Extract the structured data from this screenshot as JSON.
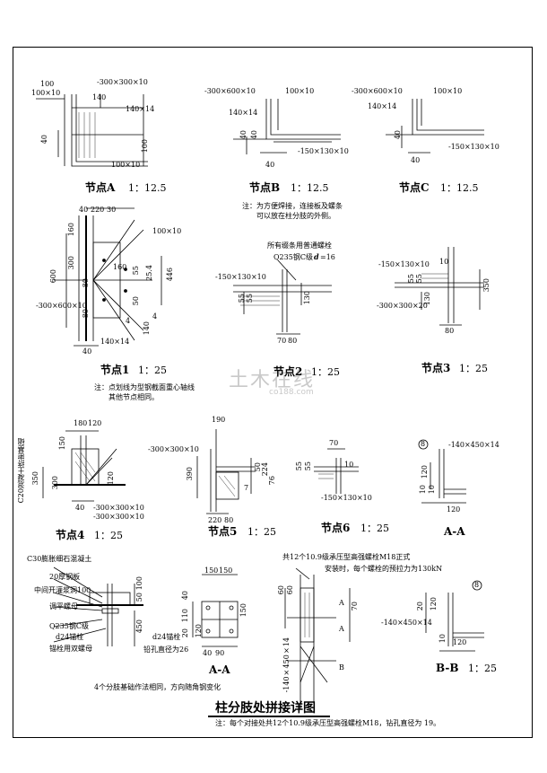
{
  "sheet": {
    "main_title": "柱分肢处拼接详图",
    "watermark_cn": "土木在线",
    "watermark_en": "co188.com",
    "bottom_note": "注：每个对接处共12个10.9级承压型高强螺栓M18，钻孔直径为 19。"
  },
  "node_a": {
    "title": "节点A",
    "scale": "1：12.5",
    "labels": [
      "100",
      "100×10",
      "-300×300×10",
      "140",
      "140×14",
      "40",
      "100",
      "100×10"
    ]
  },
  "node_b": {
    "title": "节点B",
    "scale": "1：12.5",
    "labels": [
      "-300×600×10",
      "100×10",
      "140×14",
      "40",
      "40",
      "-150×130×10",
      "40"
    ],
    "note": "注：为方便焊接，连接板及螺条\n　　可以放在柱分肢的外侧。"
  },
  "node_c": {
    "title": "节点C",
    "scale": "1：12.5",
    "labels": [
      "-300×600×10",
      "100×10",
      "140×14",
      "40",
      "-150×130×10",
      "40"
    ]
  },
  "node_1": {
    "title": "节点1",
    "scale": "1：25",
    "labels": [
      "40",
      "220",
      "30",
      "160",
      "100×10",
      "300",
      "160",
      "600",
      "80",
      "55",
      "25.4",
      "446",
      "50",
      "80",
      "-300×600×10",
      "140×14",
      "40",
      "4",
      "4",
      "140"
    ],
    "note": "注：点划线为型钢截面重心轴线\n　　其他节点相同。"
  },
  "node_2": {
    "title": "节点2",
    "scale": "1：25",
    "labels": [
      "所有缀条用普通螺栓",
      "Q235钢C级",
      "d",
      "=16",
      "-150×130×10",
      "55",
      "55",
      "130",
      "70",
      "80"
    ]
  },
  "node_3": {
    "title": "节点3",
    "scale": "1：25",
    "labels": [
      "-150×130×10",
      "10",
      "55",
      "55",
      "130",
      "350",
      "-300×300×20",
      "80"
    ]
  },
  "node_4": {
    "title": "节点4",
    "scale": "1：25",
    "labels": [
      "180",
      "120",
      "150",
      "C20混凝土挤密基础",
      "350",
      "300",
      "120",
      "-300×300×10",
      "-300×300×10",
      "40"
    ]
  },
  "node_5": {
    "title": "节点5",
    "scale": "1：25",
    "labels": [
      "190",
      "-300×300×10",
      "390",
      "50",
      "76",
      "224",
      "220",
      "80",
      "7"
    ]
  },
  "node_6": {
    "title": "节点6",
    "scale": "1：25",
    "labels": [
      "55",
      "55",
      "70",
      "-150×130×10",
      "10"
    ]
  },
  "section_aa_top": {
    "title": "A-A",
    "circle": "8",
    "labels": [
      "-140×450×14",
      "120",
      "10",
      "10",
      "120"
    ]
  },
  "base": {
    "labels": [
      "C30膨胀细石混凝土",
      "20厚钢板",
      "中间开灌浆洞100",
      "调平螺母",
      "Q235钢C级",
      "d24锚栓",
      "锚栓用双螺母",
      "50",
      "100",
      "450"
    ],
    "note": "4个分肢基础作法相同，方向随角钢变化"
  },
  "section_aa_bottom": {
    "title": "A-A",
    "labels": [
      "150",
      "150",
      "40",
      "110",
      "20",
      "d24锚栓",
      "铅孔直径为26",
      "150",
      "40",
      "90",
      "120"
    ]
  },
  "splice": {
    "labels": [
      "共12个10.9级承压型高强螺栓M18正式",
      "安装时，每个螺栓的预拉力为130kN",
      "60",
      "60",
      "70",
      "A",
      "A",
      "B",
      "-140×450×14"
    ]
  },
  "section_bb": {
    "title": "B-B",
    "scale": "1：25",
    "circle": "8",
    "labels": [
      "-140×450×14",
      "20",
      "120",
      "10",
      "120"
    ]
  }
}
